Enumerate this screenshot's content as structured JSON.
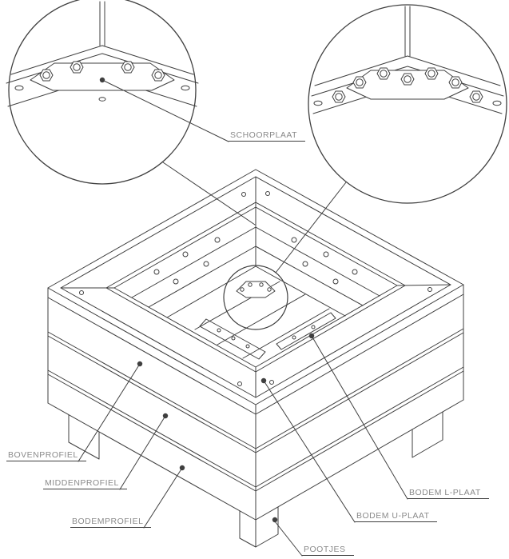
{
  "diagram": {
    "background_color": "#ffffff",
    "line_color": "#3f3f3f",
    "label_color": "#8a8a8a",
    "subject": "planter assembly exploded detail drawing"
  },
  "labels": {
    "schoorplaat": "SCHOORPLAAT",
    "bovenprofiel": "BOVENPROFIEL",
    "middenprofiel": "MIDDENPROFIEL",
    "bodemprofiel": "BODEMPROFIEL",
    "bodem_l_plaat": "BODEM L-PLAAT",
    "bodem_u_plaat": "BODEM U-PLAAT",
    "pootjes": "POOTJES"
  },
  "icons": {
    "hex_bolt": "hexagon-nut-with-washer-circle",
    "callout_dot": "filled-circle-marker"
  }
}
